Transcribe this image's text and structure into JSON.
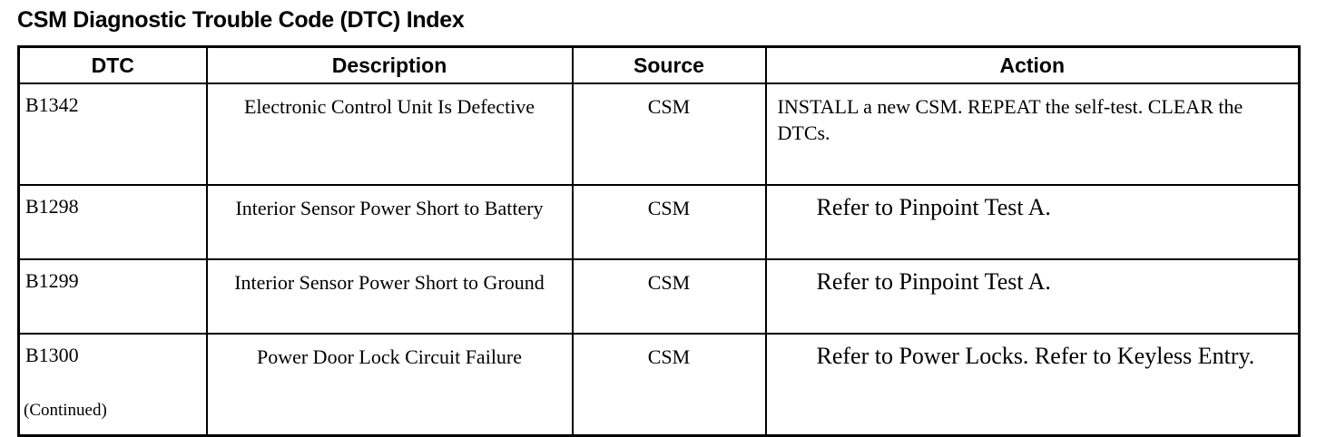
{
  "title": "CSM Diagnostic Trouble Code (DTC) Index",
  "table": {
    "headers": [
      "DTC",
      "Description",
      "Source",
      "Action"
    ],
    "rows": [
      {
        "dtc": "B1342",
        "description": "Electronic Control Unit Is Defective",
        "source": "CSM",
        "action": "INSTALL a new CSM. REPEAT the self-test. CLEAR the DTCs."
      },
      {
        "dtc": "B1298",
        "description": "Interior Sensor Power Short to Battery",
        "source": "CSM",
        "action": "Refer to Pinpoint Test A."
      },
      {
        "dtc": "B1299",
        "description": "Interior Sensor Power Short to Ground",
        "source": "CSM",
        "action": "Refer to Pinpoint Test A."
      },
      {
        "dtc": "B1300",
        "description": "Power Door Lock Circuit Failure",
        "source": "CSM",
        "action": "Refer to Power Locks. Refer to Keyless Entry."
      }
    ]
  },
  "footer": "(Continued)"
}
